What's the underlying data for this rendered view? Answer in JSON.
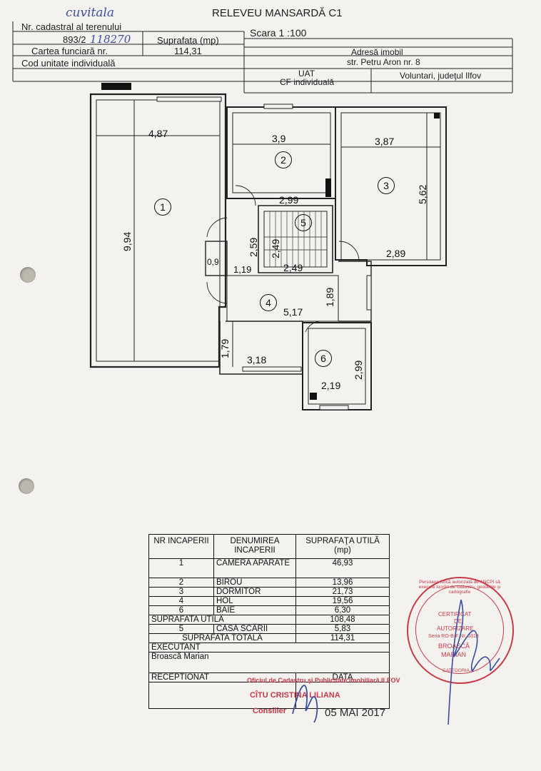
{
  "header": {
    "title": "RELEVEU MANSARDĂ C1",
    "scale": "Scara 1 :100",
    "cadastral_label": "Nr. cadastral al terenului",
    "cadastral_value": "893/2",
    "cadastral_handwritten": "118270",
    "handwritten_top": "cuvitala",
    "area_label": "Suprafata (mp)",
    "area_value": "114,31",
    "cf_label": "Cartea funciară nr.",
    "unit_label": "Cod unitate individuală",
    "address_label": "Adresă imobil",
    "address_value": "str. Petru Aron nr. 8",
    "uat_label": "UAT",
    "uat_value": "Voluntari, judeţul Ilfov",
    "cf_individual": "CF individuală"
  },
  "plan": {
    "dims": {
      "r1_width": "4,87",
      "r1_length": "9,94",
      "r2_width": "3,9",
      "r3_width": "3,87",
      "r3_length": "5,62",
      "r3_bottom": "2,89",
      "stair_top": "2,99",
      "stair_a": "2,59",
      "stair_b": "2,49",
      "stair_c": "2,49",
      "niche_w": "0,9",
      "niche_h": "1,19",
      "r4_width": "5,17",
      "r4_h": "1,89",
      "balcony_h": "1,79",
      "balcony_w": "3,18",
      "r6_height": "2,99",
      "r6_width": "2,19"
    },
    "room_numbers": [
      "1",
      "2",
      "3",
      "4",
      "5",
      "6"
    ]
  },
  "legend": {
    "headers": [
      "NR INCAPERII",
      "DENUMIREA INCAPERII",
      "SUPRAFAŢA UTILĂ (mp)"
    ],
    "rows": [
      {
        "nr": "1",
        "name": "CAMERA APARATE",
        "area": "46,93"
      },
      {
        "nr": "2",
        "name": "BIROU",
        "area": "13,96"
      },
      {
        "nr": "3",
        "name": "DORMITOR",
        "area": "21,73"
      },
      {
        "nr": "4",
        "name": "HOL",
        "area": "19,56"
      },
      {
        "nr": "6",
        "name": "BAIE",
        "area": "6,30"
      }
    ],
    "useful_label": "SUPRAFATA UTILĂ",
    "useful_value": "108,48",
    "stair_row": {
      "nr": "5",
      "name": "CASA SCĂRII",
      "area": "5,83"
    },
    "total_label": "SUPRAFATA TOTALĂ",
    "total_value": "114,31",
    "executant_label": "EXECUTANT",
    "executant_name": "Broască Marian",
    "receptionat_label": "RECEPTIONAT",
    "data_label": "DATA",
    "date_value": "05 MAI 2017"
  },
  "stamps": {
    "office": "Oficiul de Cadastru şi Publicitate Imobiliară ILFOV",
    "person": "CÎTU CRISTINA LILIANA",
    "role": "Consilier",
    "round_ring": "Persoana fizică autorizată de ANCPI să execute lucrări de cadastru, geodezie şi cartografie",
    "round_line1": "CERTIFICAT",
    "round_line2": "DE",
    "round_line3": "AUTORIZARE",
    "round_serial": "Seria RO-B-F Nr. 0318",
    "round_name1": "BROASCĂ",
    "round_name2": "MARIAN",
    "round_cat": "CATEGORIA A"
  },
  "colors": {
    "paper": "#f4f2ee",
    "ink": "#1e1e1e",
    "blue_ink": "#3a4fa0",
    "stamp_red": "#c83a48"
  }
}
